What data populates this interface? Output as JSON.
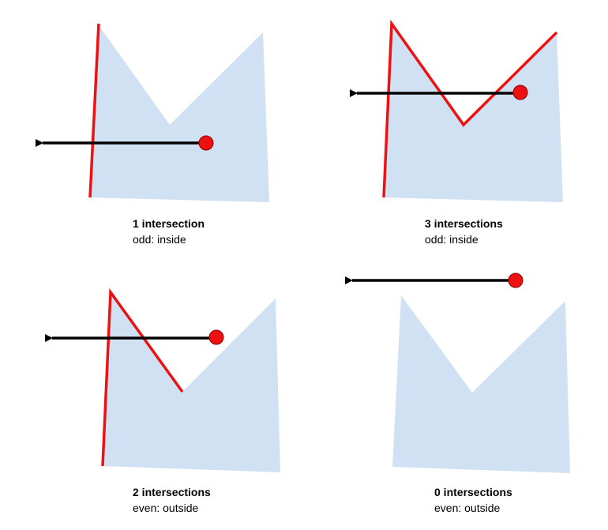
{
  "colors": {
    "polygon_fill": "#cfe1f2",
    "edge_highlight": "#ee1111",
    "ray": "#000000",
    "point_fill": "#ee1111",
    "point_stroke": "#8a0000"
  },
  "panels": [
    {
      "title": "1 intersection",
      "subtitle": "odd: inside",
      "intersections": 1
    },
    {
      "title": "3 intersections",
      "subtitle": "odd: inside",
      "intersections": 3
    },
    {
      "title": "2 intersections",
      "subtitle": "even: outside",
      "intersections": 2
    },
    {
      "title": "0 intersections",
      "subtitle": "even: outside",
      "intersections": 0
    }
  ]
}
